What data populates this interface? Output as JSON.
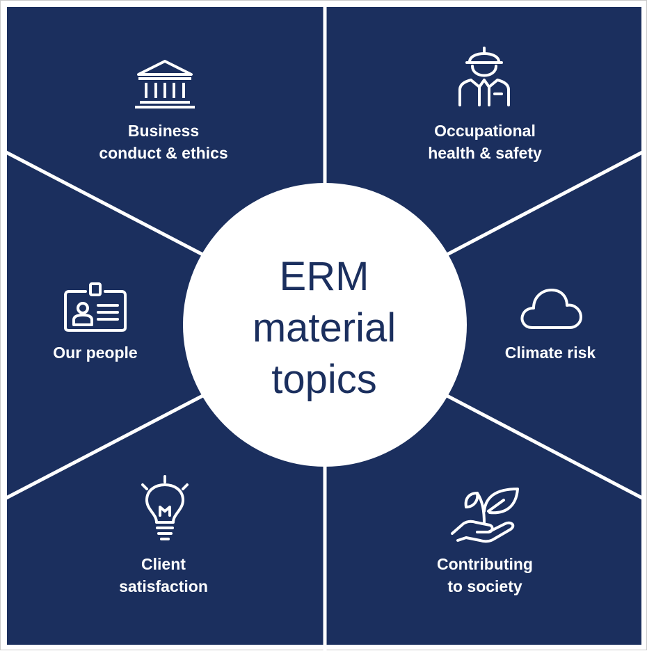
{
  "center": {
    "title": "ERM\nmaterial\ntopics"
  },
  "topics": [
    {
      "label": "Business\nconduct & ethics",
      "icon": "bank-building-icon"
    },
    {
      "label": "Occupational\nhealth & safety",
      "icon": "hardhat-worker-icon"
    },
    {
      "label": "Climate risk",
      "icon": "cloud-icon"
    },
    {
      "label": "Contributing\nto society",
      "icon": "hand-plant-icon"
    },
    {
      "label": "Client\nsatisfaction",
      "icon": "lightbulb-icon"
    },
    {
      "label": "Our people",
      "icon": "id-badge-icon"
    }
  ],
  "colors": {
    "panel": "#1b2f5e",
    "divider": "#ffffff",
    "center_fill": "#ffffff",
    "center_text": "#1b2f5e",
    "frame_border": "#c9c9c9"
  }
}
